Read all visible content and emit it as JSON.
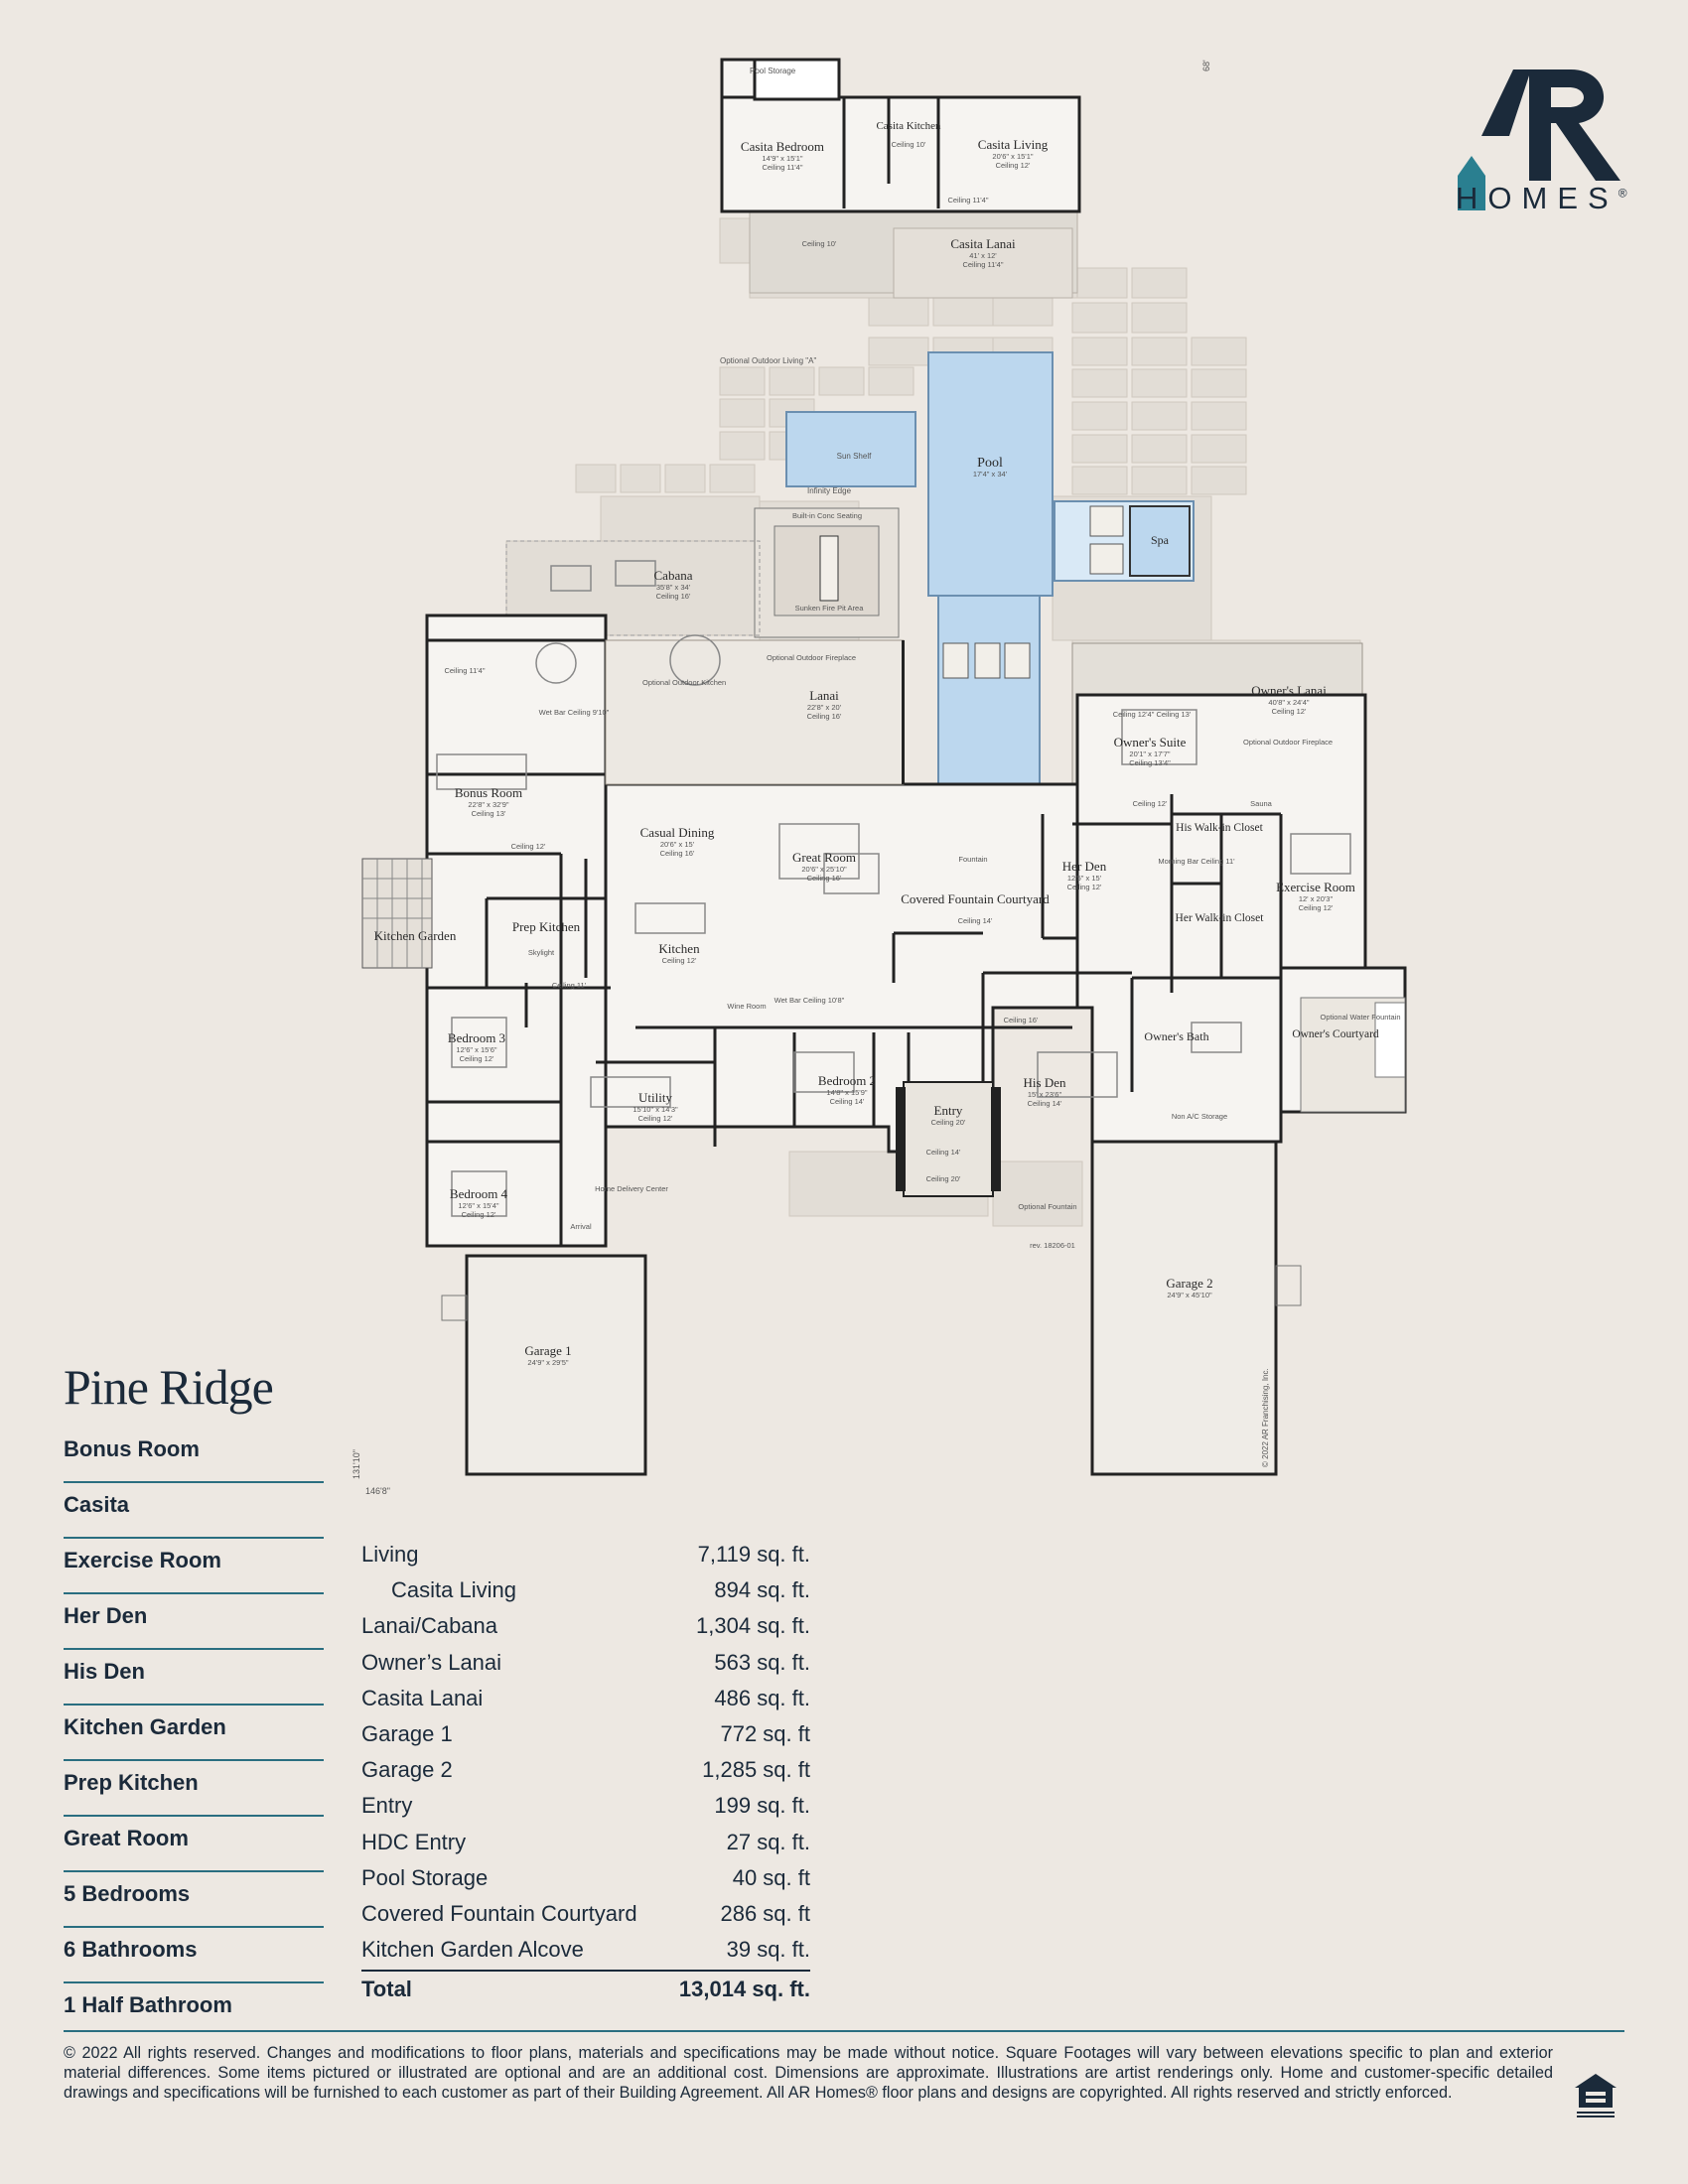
{
  "brand": {
    "name": "HOMES",
    "reg": "®"
  },
  "plan_name": "Pine Ridge",
  "features": [
    "Bonus Room",
    "Casita",
    "Exercise Room",
    "Her Den",
    "His Den",
    "Kitchen Garden",
    "Prep Kitchen",
    "Great Room",
    "5 Bedrooms",
    "6 Bathrooms",
    "1 Half Bathroom"
  ],
  "square_footage": [
    {
      "label": "Living",
      "value": "7,119 sq. ft."
    },
    {
      "label": "Casita Living",
      "value": "894 sq. ft."
    },
    {
      "label": "Lanai/Cabana",
      "value": "1,304 sq. ft."
    },
    {
      "label": "Owner’s Lanai",
      "value": "563 sq. ft."
    },
    {
      "label": "Casita Lanai",
      "value": "486 sq. ft."
    },
    {
      "label": "Garage 1",
      "value": "772 sq. ft"
    },
    {
      "label": "Garage 2",
      "value": "1,285 sq. ft"
    },
    {
      "label": "Entry",
      "value": "199 sq. ft."
    },
    {
      "label": "HDC Entry",
      "value": "27 sq. ft."
    },
    {
      "label": "Pool Storage",
      "value": "40 sq. ft"
    },
    {
      "label": "Covered Fountain Courtyard",
      "value": "286 sq. ft"
    },
    {
      "label": "Kitchen Garden Alcove",
      "value": "39 sq. ft."
    }
  ],
  "total": {
    "label": "Total",
    "value": "13,014 sq. ft."
  },
  "footer": "© 2022 All rights reserved. Changes and modifications to floor plans, materials and specifications may be made without notice. Square Footages will vary between elevations specific to plan and exterior material differences. Some items pictured or illustrated are optional and are an additional cost. Dimensions are approximate. Illustrations are artist renderings only. Home and customer-specific detailed drawings and specifications will be furnished to each customer as part of their Building Agreement. All AR Homes® floor plans and designs are copyrighted. All rights reserved and strictly enforced.",
  "dimensions": {
    "width": "146'8\"",
    "depth": "131'10\"",
    "top": "68'"
  },
  "rev": "rev. 18206-01",
  "copyright_vertical": "© 2022 AR Franchising, Inc.",
  "rooms": {
    "pool_storage": "Pool Storage",
    "casita_bedroom": "Casita Bedroom",
    "casita_bedroom_dim": "14'9\" x 15'1\"",
    "casita_bedroom_ceil": "Ceiling 11'4\"",
    "casita_kitchen": "Casita Kitchen",
    "casita_kitchen_ceil": "Ceiling 10'",
    "casita_living": "Casita Living",
    "casita_living_dim": "20'6\" x 15'1\"",
    "casita_living_ceil": "Ceiling 12'",
    "casita_ceil_a": "Ceiling 11'4\"",
    "casita_ceil_b": "Ceiling 10'",
    "casita_lanai": "Casita Lanai",
    "casita_lanai_dim": "41' x 12'",
    "casita_lanai_ceil": "Ceiling 11'4\"",
    "opt_outdoor": "Optional Outdoor Living \"A\"",
    "sun_shelf": "Sun Shelf",
    "infinity": "Infinity Edge",
    "pool": "Pool",
    "pool_dim": "17'4\" x 34'",
    "spa": "Spa",
    "builtin": "Built-in Conc Seating",
    "firepit": "Sunken Fire Pit Area",
    "cabana": "Cabana",
    "cabana_dim": "35'8\" x 34'",
    "cabana_ceil": "Ceiling 16'",
    "opt_kitchen": "Optional Outdoor Kitchen",
    "opt_fire": "Optional Outdoor Fireplace",
    "lanai": "Lanai",
    "lanai_dim": "22'8\" x 20'",
    "lanai_ceil": "Ceiling 16'",
    "ceil_11_4": "Ceiling 11'4\"",
    "wet_bar": "Wet Bar Ceiling 9'10\"",
    "bonus": "Bonus Room",
    "bonus_dim": "22'8\" x 32'9\"",
    "bonus_ceil": "Ceiling 13'",
    "ceil_12": "Ceiling 12'",
    "kitchen_garden": "Kitchen Garden",
    "prep_kitchen": "Prep Kitchen",
    "skylight": "Skylight",
    "casual_dining": "Casual Dining",
    "casual_dining_dim": "20'6\" x 15'",
    "casual_dining_ceil": "Ceiling 16'",
    "great_room": "Great Room",
    "great_room_dim": "20'6\" x 25'10\"",
    "great_room_ceil": "Ceiling 16'",
    "kitchen": "Kitchen",
    "kitchen_ceil": "Ceiling 12'",
    "ceil_11": "Ceiling 11'",
    "fountain": "Fountain",
    "covered_fountain": "Covered Fountain Courtyard",
    "covered_fountain_ceil": "Ceiling 14'",
    "wine_room": "Wine Room",
    "wet_bar2": "Wet Bar Ceiling 10'8\"",
    "owners_lanai": "Owner's Lanai",
    "owners_lanai_dim": "40'8\" x 24'4\"",
    "owners_lanai_ceil": "Ceiling 12'",
    "owners_suite": "Owner's Suite",
    "owners_suite_dim": "20'1\" x 17'7\"",
    "owners_suite_ceil": "Ceiling 13'4\"",
    "suite_ceil_top": "Ceiling 12'4\" Ceiling 13'",
    "opt_fire2": "Optional Outdoor Fireplace",
    "ceil_12b": "Ceiling 12'",
    "sauna": "Sauna",
    "his_walkin": "His Walk-in Closet",
    "her_den": "Her Den",
    "her_den_dim": "12'5\" x 15'",
    "her_den_ceil": "Ceiling 12'",
    "morning_bar": "Morning Bar Ceiling 11'",
    "exercise": "Exercise Room",
    "exercise_dim": "12' x 20'3\"",
    "exercise_ceil": "Ceiling 12'",
    "her_walkin": "Her Walk-in Closet",
    "bedroom3": "Bedroom 3",
    "bedroom3_dim": "12'6\" x 15'6\"",
    "bedroom3_ceil": "Ceiling 12'",
    "utility": "Utility",
    "utility_dim": "15'10\" x 14'3\"",
    "utility_ceil": "Ceiling 12'",
    "bedroom2": "Bedroom 2",
    "bedroom2_dim": "14'8\" x 15'9\"",
    "bedroom2_ceil": "Ceiling 14'",
    "entry": "Entry",
    "entry_ceil": "Ceiling 20'",
    "entry_ceil14": "Ceiling 14'",
    "entry_ceil20": "Ceiling 20'",
    "ceil_16": "Ceiling 16'",
    "his_den": "His Den",
    "his_den_dim": "15' x 23'6\"",
    "his_den_ceil": "Ceiling 14'",
    "owners_bath": "Owner's Bath",
    "opt_water": "Optional Water Fountain",
    "owners_courtyard": "Owner's Courtyard",
    "non_ac": "Non A/C Storage",
    "bedroom4": "Bedroom 4",
    "bedroom4_dim": "12'6\" x 15'4\"",
    "bedroom4_ceil": "Ceiling 12'",
    "hdc": "Home Delivery Center",
    "arrival": "Arrival",
    "opt_fountain": "Optional Fountain",
    "garage1": "Garage 1",
    "garage1_dim": "24'9\" x 29'5\"",
    "garage2": "Garage 2",
    "garage2_dim": "24'9\" x 45'10\""
  }
}
